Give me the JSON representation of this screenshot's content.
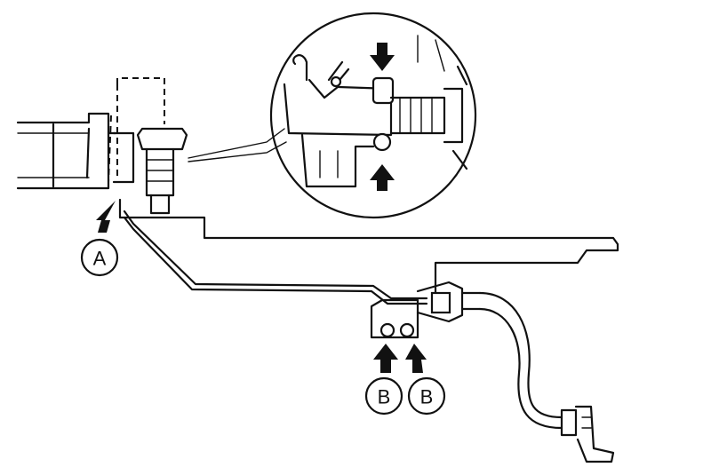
{
  "labels": {
    "a": "A",
    "b1": "B",
    "b2": "B"
  },
  "colors": {
    "ink": "#111111",
    "background": "#ffffff"
  },
  "icons": [
    "arrow-up-icon",
    "arrow-down-icon"
  ]
}
